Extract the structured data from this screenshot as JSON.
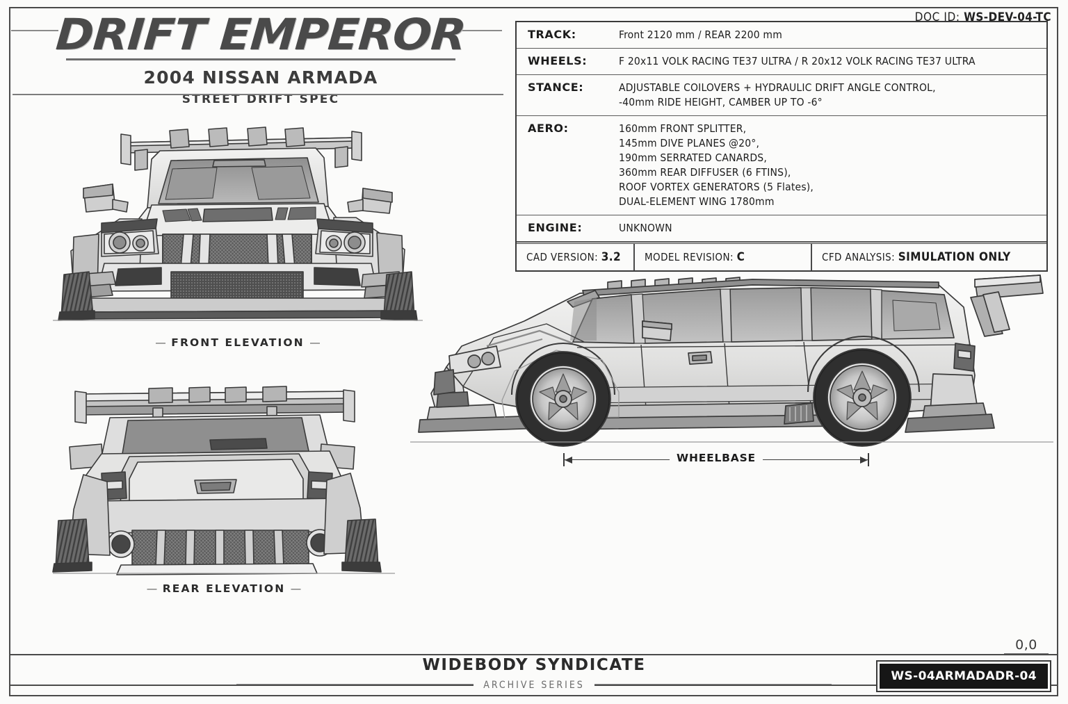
{
  "doc": {
    "doc_id_label": "DOC ID:",
    "doc_id_value": "WS-DEV-04-TC"
  },
  "title": {
    "brand": "DRIFT EMPEROR",
    "model": "2004 NISSAN ARMADA",
    "spec_line": "STREET DRIFT SPEC"
  },
  "spec_table": {
    "rows": [
      {
        "key": "TRACK:",
        "lines": [
          "Front 2120 mm / REAR 2200 mm"
        ]
      },
      {
        "key": "WHEELS:",
        "lines": [
          "F 20x11 VOLK RACING TE37 ULTRA / R 20x12 VOLK RACING TE37 ULTRA"
        ]
      },
      {
        "key": "STANCE:",
        "lines": [
          "ADJUSTABLE COILOVERS + HYDRAULIC DRIFT ANGLE CONTROL,",
          "-40mm RIDE HEIGHT, CAMBER UP TO -6°"
        ]
      },
      {
        "key": "AERO:",
        "lines": [
          "160mm FRONT SPLITTER,",
          "145mm DIVE PLANES @20°,",
          "190mm SERRATED CANARDS,",
          "360mm REAR DIFFUSER (6 FTINS),",
          "ROOF VORTEX GENERATORS (5 Flates),",
          "DUAL-ELEMENT WING 1780mm"
        ]
      },
      {
        "key": "ENGINE:",
        "lines": [
          "UNKNOWN"
        ]
      }
    ],
    "footer_cells": [
      {
        "label": "CAD VERSION:",
        "value": "3.2"
      },
      {
        "label": "MODEL REVISION:",
        "value": "C"
      },
      {
        "label": "CFD ANALYSIS:",
        "value": "SIMULATION ONLY"
      }
    ]
  },
  "views": {
    "front_label": "FRONT ELEVATION",
    "rear_label": "REAR ELEVATION",
    "dash": "—",
    "wheelbase_label": "WHEELBASE"
  },
  "origin": {
    "coords": "0,0"
  },
  "footer": {
    "company": "WIDEBODY SYNDICATE",
    "series": "ARCHIVE SERIES",
    "part_number": "WS-04ARMADADR-04"
  },
  "colors": {
    "paper": "#fbfbfa",
    "ink": "#1c1c1c",
    "frame": "#4a4a4a",
    "badge_bg": "#161616"
  }
}
